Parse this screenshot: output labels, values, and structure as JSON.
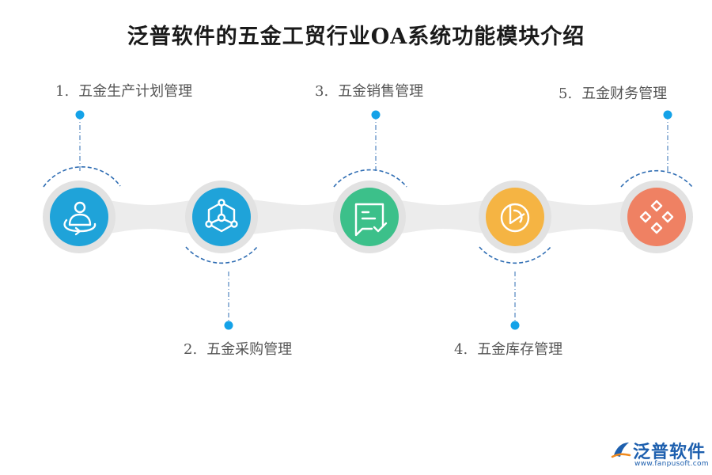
{
  "title": "泛普软件的五金工贸行业OA系统功能模块介绍",
  "modules": [
    {
      "num": "1.",
      "label": "五金生产计划管理",
      "color": "#1fa3d9",
      "icon": "person-cycle-icon"
    },
    {
      "num": "2.",
      "label": "五金采购管理",
      "color": "#1fa3d9",
      "icon": "hexagon-network-icon"
    },
    {
      "num": "3.",
      "label": "五金销售管理",
      "color": "#3cc08a",
      "icon": "chat-check-icon"
    },
    {
      "num": "4.",
      "label": "五金库存管理",
      "color": "#f5b443",
      "icon": "pie-segment-icon"
    },
    {
      "num": "5.",
      "label": "五金财务管理",
      "color": "#ef8163",
      "icon": "diamond-grid-icon"
    }
  ],
  "colors": {
    "band": "#ececec",
    "ring": "#e2e2e2",
    "dash": "#2f6db3",
    "dot": "#14a2e8"
  },
  "logo": {
    "name": "泛普软件",
    "url": "www.fanpusoft.com"
  }
}
